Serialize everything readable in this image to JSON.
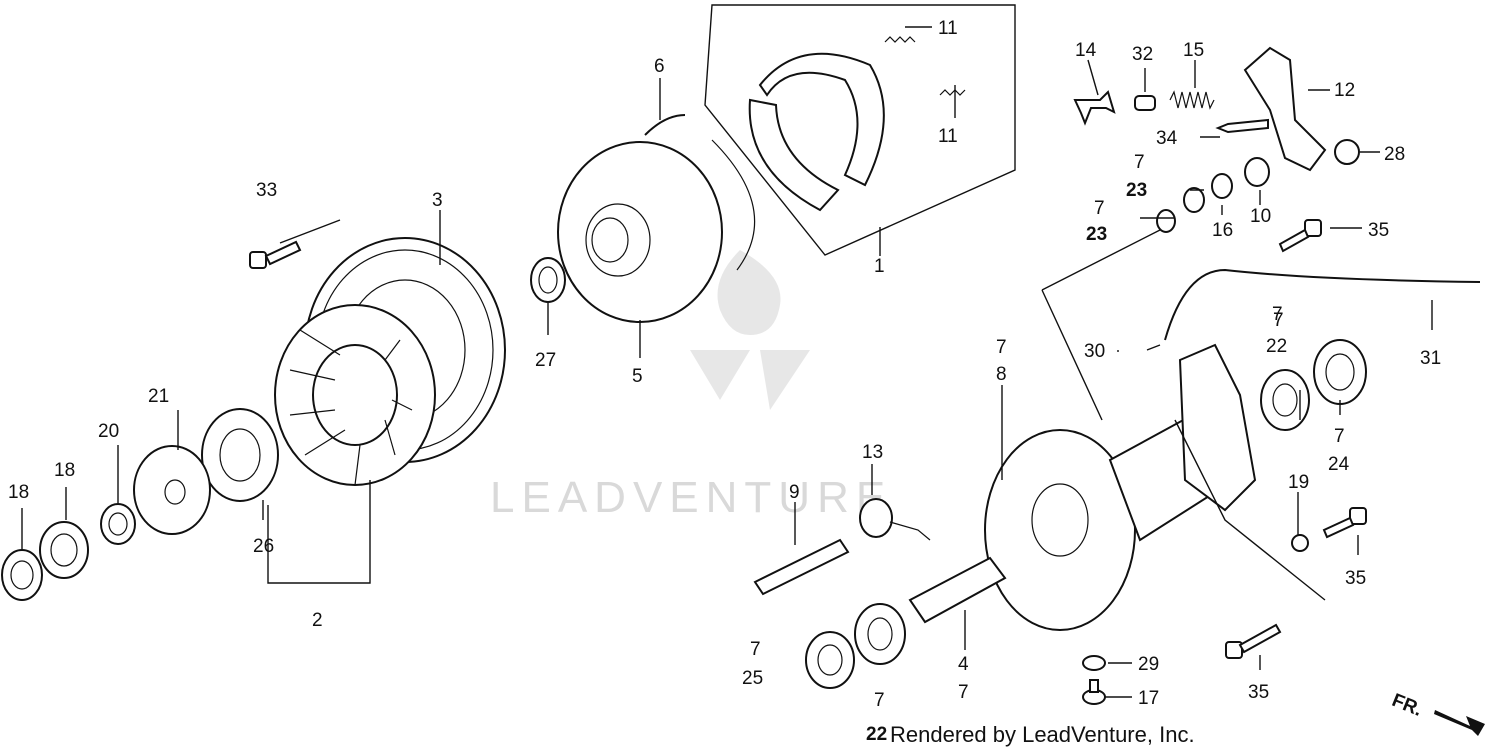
{
  "watermark": "LEADVENTURE",
  "footer": "Rendered by LeadVenture, Inc.",
  "front_marker": "FR.",
  "callouts": {
    "c1": "1",
    "c2": "2",
    "c3": "3",
    "c4": "4",
    "c4b": "7",
    "c5": "5",
    "c6": "6",
    "c7_8": "7",
    "c8": "8",
    "c9": "9",
    "c10": "10",
    "c11a": "11",
    "c11b": "11",
    "c12": "12",
    "c13": "13",
    "c14": "14",
    "c15": "15",
    "c16": "16",
    "c17": "17",
    "c18a": "18",
    "c18b": "18",
    "c19": "19",
    "c20": "20",
    "c21": "21",
    "c7_22a": "7",
    "c22a": "22",
    "c7_22b": "7",
    "c22b": "22",
    "c7_23a": "7",
    "c23a": "23",
    "c7_23b": "7",
    "c23b": "23",
    "c7_24": "7",
    "c24": "24",
    "c7_25": "7",
    "c25": "25",
    "c26": "26",
    "c27": "27",
    "c28": "28",
    "c29": "29",
    "c30": "30",
    "c7_31": "7",
    "c31": "31",
    "c32": "32",
    "c33": "33",
    "c34": "34",
    "c35a": "35",
    "c35b": "35",
    "c35c": "35"
  }
}
